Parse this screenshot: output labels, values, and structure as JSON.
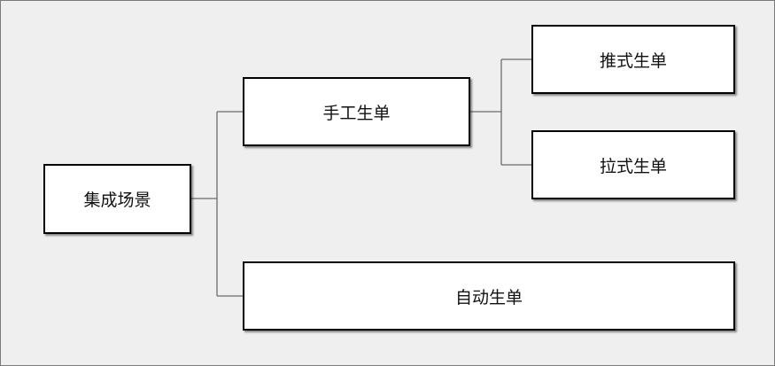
{
  "diagram": {
    "root": {
      "label": "集成场景"
    },
    "manual": {
      "label": "手工生单"
    },
    "push": {
      "label": "推式生单"
    },
    "pull": {
      "label": "拉式生单"
    },
    "auto": {
      "label": "自动生单"
    }
  },
  "colors": {
    "background": "#efefef",
    "node_fill": "#ffffff",
    "node_border": "#000000",
    "connector": "#6b6b6b"
  }
}
